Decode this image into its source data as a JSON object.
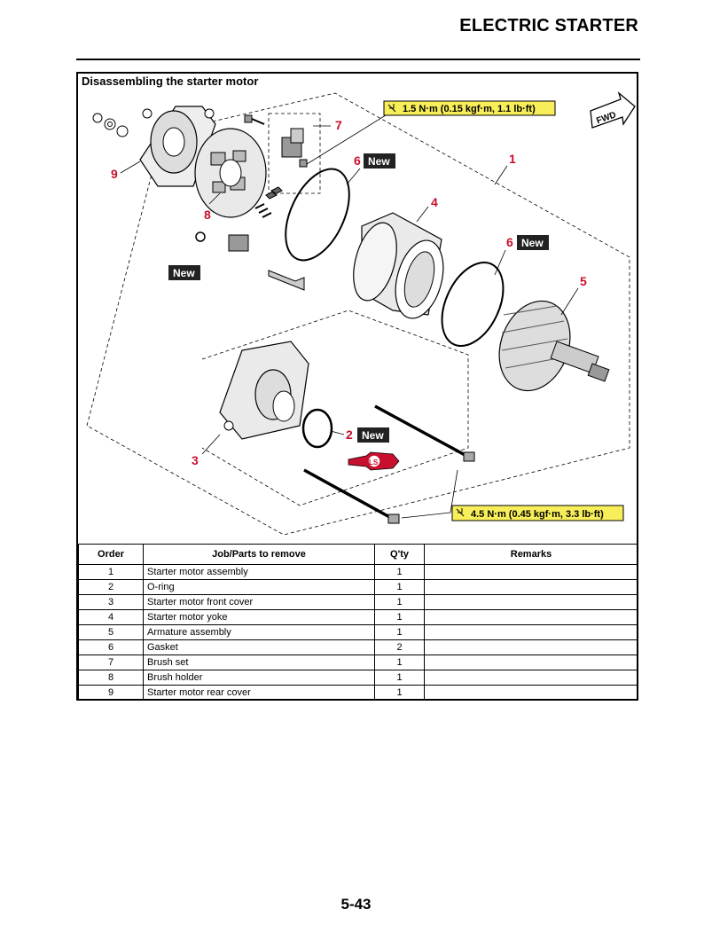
{
  "header": {
    "title": "ELECTRIC STARTER"
  },
  "section": {
    "title": "Disassembling the starter motor"
  },
  "diagram": {
    "callouts": [
      "1",
      "2",
      "3",
      "4",
      "5",
      "6",
      "6",
      "7",
      "8",
      "9"
    ],
    "new_label": "New",
    "torque_top": "1.5 N·m (0.15 kgf·m, 1.1 lb·ft)",
    "torque_bottom": "4.5 N·m (0.45 kgf·m, 3.3 lb·ft)",
    "fwd_label": "FWD",
    "lube_label": "LS"
  },
  "table": {
    "headers": [
      "Order",
      "Job/Parts to remove",
      "Q'ty",
      "Remarks"
    ],
    "rows": [
      {
        "order": "1",
        "part": "Starter motor assembly",
        "qty": "1",
        "remarks": ""
      },
      {
        "order": "2",
        "part": "O-ring",
        "qty": "1",
        "remarks": ""
      },
      {
        "order": "3",
        "part": "Starter motor front cover",
        "qty": "1",
        "remarks": ""
      },
      {
        "order": "4",
        "part": "Starter motor yoke",
        "qty": "1",
        "remarks": ""
      },
      {
        "order": "5",
        "part": "Armature assembly",
        "qty": "1",
        "remarks": ""
      },
      {
        "order": "6",
        "part": "Gasket",
        "qty": "2",
        "remarks": ""
      },
      {
        "order": "7",
        "part": "Brush set",
        "qty": "1",
        "remarks": ""
      },
      {
        "order": "8",
        "part": "Brush holder",
        "qty": "1",
        "remarks": ""
      },
      {
        "order": "9",
        "part": "Starter motor rear cover",
        "qty": "1",
        "remarks": ""
      }
    ]
  },
  "footer": {
    "page_number": "5-43"
  }
}
